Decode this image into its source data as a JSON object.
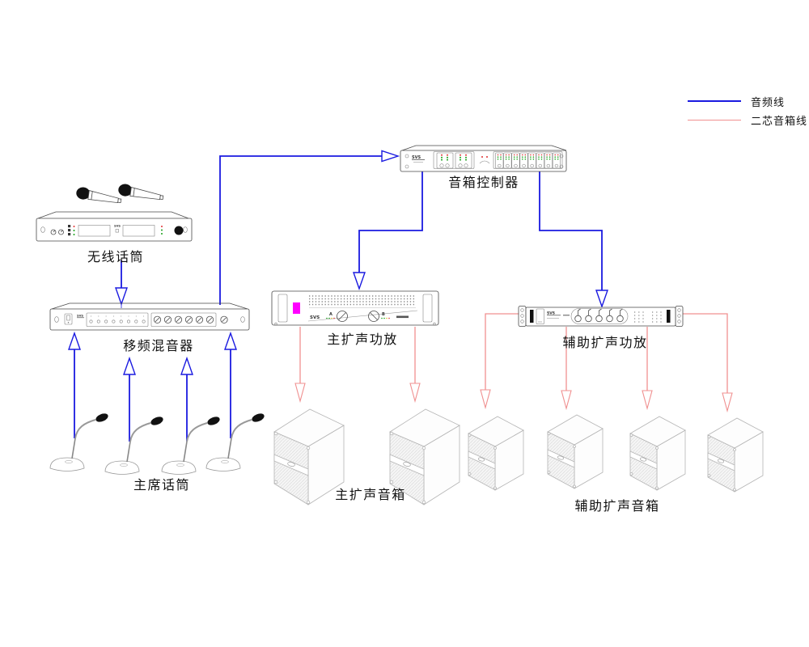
{
  "legend": {
    "items": [
      {
        "label": "音频线",
        "color": "#1a1ae0"
      },
      {
        "label": "二芯音箱线",
        "color": "#f09090"
      }
    ]
  },
  "labels": {
    "controller": "音箱控制器",
    "wireless_mic": "无线话筒",
    "mixer": "移频混音器",
    "main_amp": "主扩声功放",
    "aux_amp": "辅助扩声功放",
    "chairman_mic": "主席话筒",
    "main_speakers": "主扩声音箱",
    "aux_speakers": "辅助扩声音箱"
  },
  "device_text": {
    "brand": "SVS",
    "amp_channel_a": "A",
    "amp_channel_b": "B"
  },
  "colors": {
    "audio_line": "#1a1ae0",
    "speaker_line": "#f09090",
    "power_button": "#ff00ff"
  }
}
